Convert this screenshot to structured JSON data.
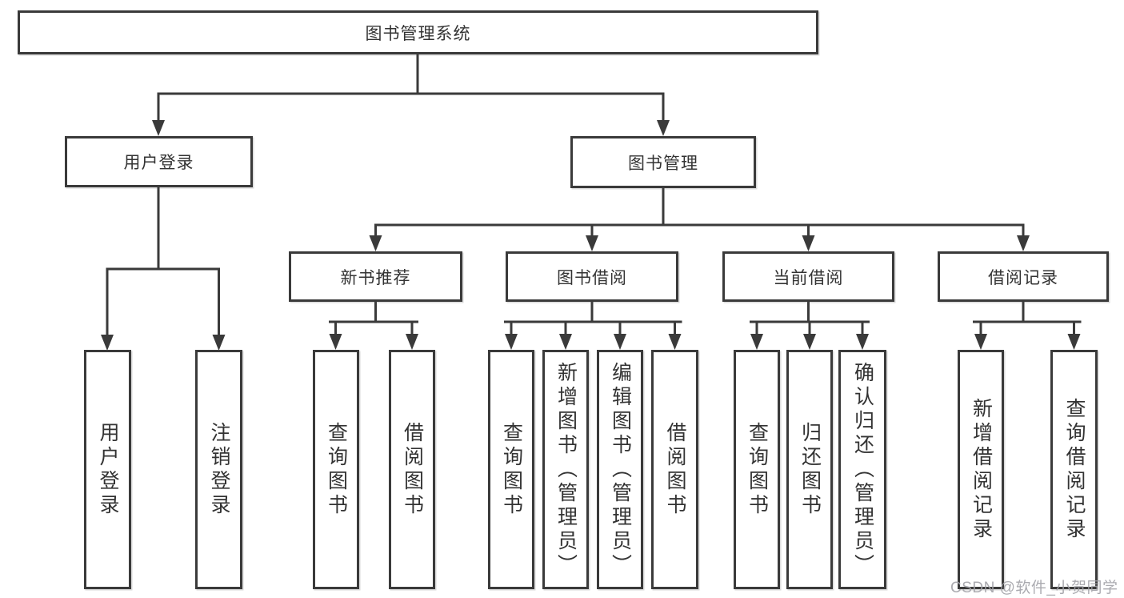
{
  "tree": {
    "root": {
      "label": "图书管理系统"
    },
    "user_login": {
      "label": "用户登录",
      "children": [
        "用户登录",
        "注销登录"
      ]
    },
    "book_mgmt": {
      "label": "图书管理"
    },
    "sections": [
      {
        "label": "新书推荐",
        "children": [
          "查询图书",
          "借阅图书"
        ]
      },
      {
        "label": "图书借阅",
        "children": [
          "查询图书",
          "新增图书（管理员）",
          "编辑图书（管理员）",
          "借阅图书"
        ]
      },
      {
        "label": "当前借阅",
        "children": [
          "查询图书",
          "归还图书",
          "确认归还（管理员）"
        ]
      },
      {
        "label": "借阅记录",
        "children": [
          "新增借阅记录",
          "查询借阅记录"
        ]
      }
    ]
  },
  "watermark": "CSDN @软件_小贺同学",
  "colors": {
    "line": "#3a3a3a",
    "text": "#333333",
    "watermark": "#a2a2a8",
    "background": "#ffffff"
  }
}
